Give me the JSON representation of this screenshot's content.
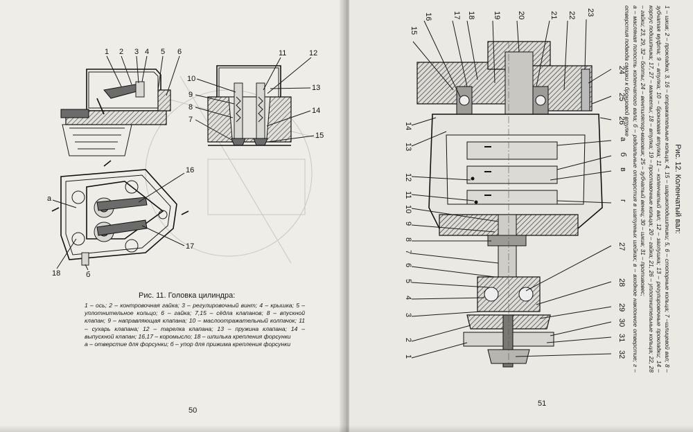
{
  "left_page": {
    "figure_caption_title": "Рис. 11. Головка цилиндра:",
    "figure_caption_body": "1 – ось; 2 – контровочная гайка; 3 – регулировочный винт; 4 – крышка; 5 – уплотнительное кольцо; 6 – гайка; 7,15 – сёдла клапанов; 8 – впускной клапан; 9 – направляющая клапана; 10 – маслоотражательный колпачок; 11 – сухарь клапана; 12 – тарелка клапана; 13 – пружина клапана; 14 – выпускной клапан; 16,17 – коромысло; 18 – шпилька крепления форсунки",
    "figure_caption_note": "а – отверстие для форсунки; б – упор для прижима крепления форсунки",
    "page_number": "50",
    "callouts_top_left": [
      "1",
      "2",
      "3",
      "4",
      "5",
      "6"
    ],
    "callouts_top_right": [
      "11",
      "12",
      "13",
      "14",
      "15",
      "10",
      "9",
      "8",
      "7"
    ],
    "callouts_bottom": [
      "16",
      "17",
      "18",
      "а",
      "б"
    ]
  },
  "right_page": {
    "page_number": "51",
    "figure_caption_title": "Рис. 12. Коленчатый вал:",
    "figure_caption_body": "1 – шкив; 2 – прокладка; 3, 16 – отражательные кольца; 4, 15 – шарикоподшипники; 5, 6 – стопорные кольца; 7 –шлицевой вал; 8 – зубчатая муфта; 9 – втулка; 10 – бронзовая втулка; 11 – коленчатый вал; 12 – заглушка; 13 – регулировочные прокладки; 14 – корпус подшипника; 17, 27 – манжеты; 18 – втулка; 19 – проставочные кольца; 20 – гайка; 21, 26 – уплотнительные кольца; 22, 28 – гайки; 23, 29, 32 – болты; 24 – вентилятор-маховик; 25 – зубчатый венец; 30 – шкив; 31 – противовес;",
    "figure_caption_note": "а – масляная полость коленчатого вала; б – радиальные отверстия в шатунных шейках; в – входное наклонное отверстие; г – отверстия подвода смазки к бронзовой втулке",
    "callouts_top": [
      "16",
      "17",
      "18",
      "19",
      "20",
      "21",
      "22",
      "23"
    ],
    "callouts_left": [
      "15",
      "14",
      "13",
      "12",
      "11",
      "10",
      "9",
      "8",
      "7",
      "6",
      "5",
      "4",
      "3",
      "2",
      "1"
    ],
    "callouts_right": [
      "24",
      "25",
      "26",
      "а",
      "б",
      "в",
      "г",
      "27",
      "28",
      "29",
      "30",
      "31",
      "32"
    ]
  }
}
